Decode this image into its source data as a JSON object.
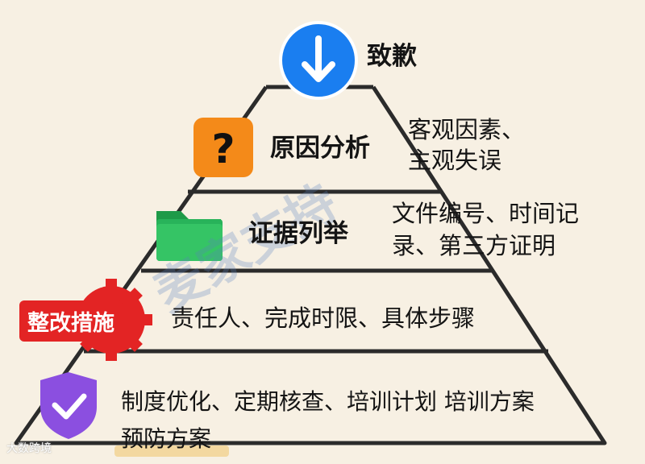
{
  "levels": [
    {
      "title": "致歉",
      "icon": "down-arrow-icon",
      "description": []
    },
    {
      "title": "原因分析",
      "icon": "question-icon",
      "description": [
        "客观因素、",
        "主观失误"
      ]
    },
    {
      "title": "证据列举",
      "icon": "folder-icon",
      "description": [
        "文件编号、时间记",
        "录、第三方证明"
      ]
    },
    {
      "title": "整改措施",
      "icon": "gear-icon",
      "description": [
        "责任人、完成时限、具体步骤"
      ]
    },
    {
      "title": "",
      "icon": "shield-check-icon",
      "description": [
        "制度优化、定期核查、培训计划  培训方案",
        "预防方案"
      ]
    }
  ],
  "watermark": {
    "diagonal": "麦家支持",
    "corner": "大数跨境"
  },
  "colors": {
    "blue": "#1a7ef0",
    "orange": "#f48a19",
    "green": "#28b35a",
    "red": "#e32424",
    "purple": "#8b4fe0",
    "line": "#2b2b2b"
  }
}
